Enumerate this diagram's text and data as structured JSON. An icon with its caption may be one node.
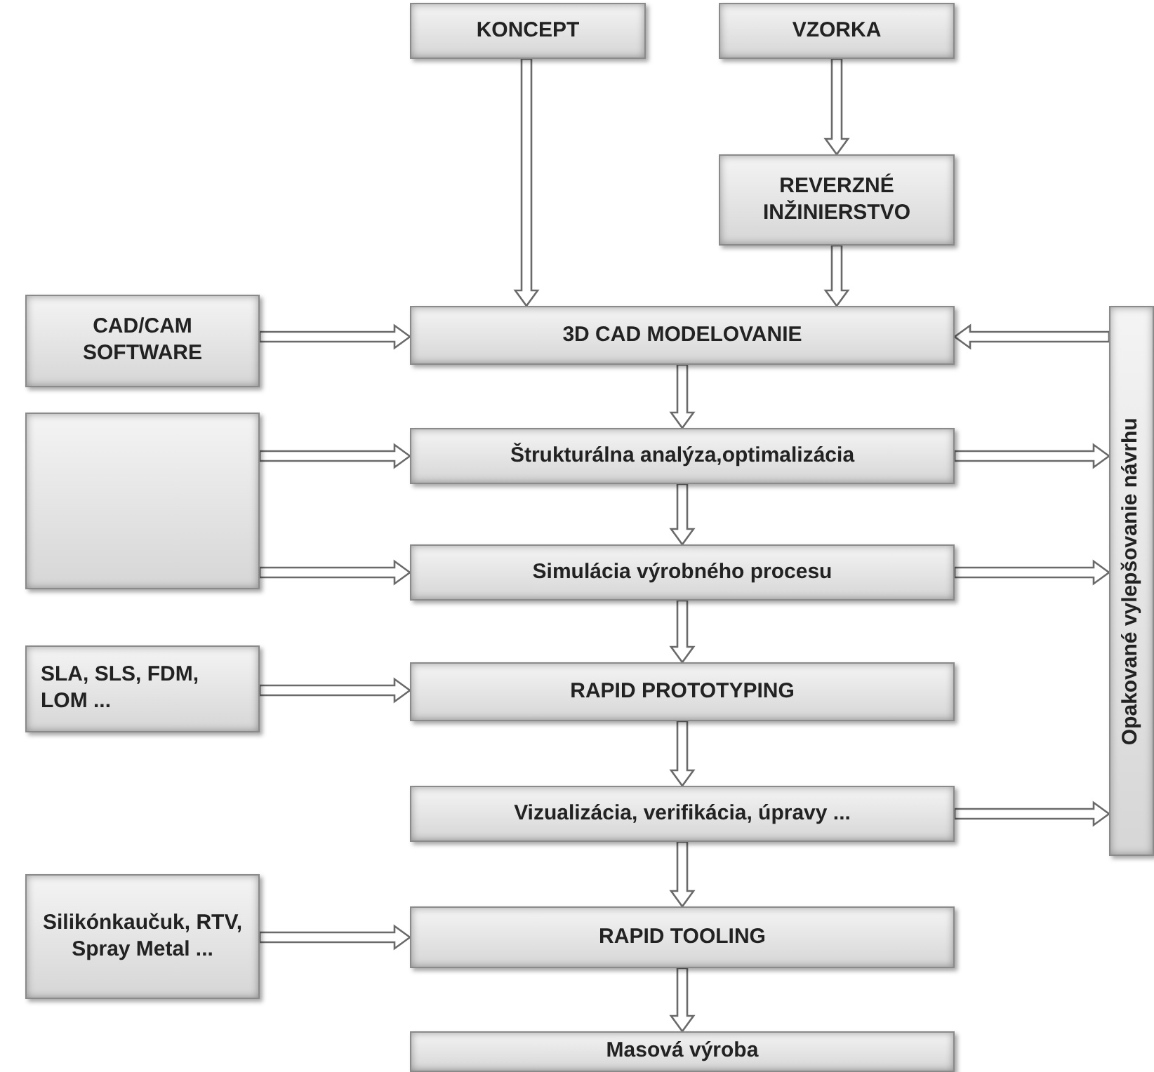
{
  "diagram": {
    "nodes": [
      {
        "text": [
          "KONCEPT"
        ]
      },
      {
        "text": [
          "VZORKA"
        ]
      },
      {
        "text": [
          "REVERZNÉ INŽINIERSTVO"
        ]
      },
      {
        "text": [
          "CAD/CAM SOFTWARE"
        ]
      },
      {
        "text": [
          "3D CAD MODELOVANIE"
        ]
      },
      {
        "text": [
          "Opakované vylepšovanie návrhu"
        ]
      },
      {
        "text": [],
        "shape": "box"
      },
      {
        "text": [
          "Štrukturálna analýza,optimalizácia"
        ]
      },
      {
        "text": [
          "Simulácia výrobného procesu"
        ]
      },
      {
        "text": [
          "SLA, SLS, FDM, LOM ..."
        ]
      },
      {
        "text": [
          "RAPID PROTOTYPING"
        ]
      },
      {
        "text": [
          "Vizualizácia, verifikácia, úpravy ..."
        ]
      },
      {
        "text": [
          "Silikónkaučuk, RTV, Spray Metal ..."
        ]
      },
      {
        "text": [
          "RAPID TOOLING"
        ]
      },
      {
        "text": [
          "Masová výroba"
        ]
      }
    ],
    "edges": [
      {
        "from": 0,
        "to": 4,
        "arrow": "to"
      },
      {
        "from": 1,
        "to": 2,
        "arrow": "to"
      },
      {
        "from": 2,
        "to": 4,
        "arrow": "to"
      },
      {
        "from": 3,
        "to": 4,
        "arrow": "to"
      },
      {
        "from": 5,
        "to": 4,
        "arrow": "to"
      },
      {
        "from": 4,
        "to": 7,
        "arrow": "to"
      },
      {
        "from": 6,
        "to": 7,
        "arrow": "to"
      },
      {
        "from": 6,
        "to": 8,
        "arrow": "to"
      },
      {
        "from": 7,
        "to": 8,
        "arrow": "to"
      },
      {
        "from": 7,
        "to": 5,
        "arrow": "to"
      },
      {
        "from": 8,
        "to": 5,
        "arrow": "to"
      },
      {
        "from": 8,
        "to": 10,
        "arrow": "to"
      },
      {
        "from": 9,
        "to": 10,
        "arrow": "to"
      },
      {
        "from": 10,
        "to": 11,
        "arrow": "to"
      },
      {
        "from": 11,
        "to": 5,
        "arrow": "to"
      },
      {
        "from": 11,
        "to": 13,
        "arrow": "to"
      },
      {
        "from": 12,
        "to": 13,
        "arrow": "to"
      },
      {
        "from": 13,
        "to": 14,
        "arrow": "to"
      }
    ]
  }
}
